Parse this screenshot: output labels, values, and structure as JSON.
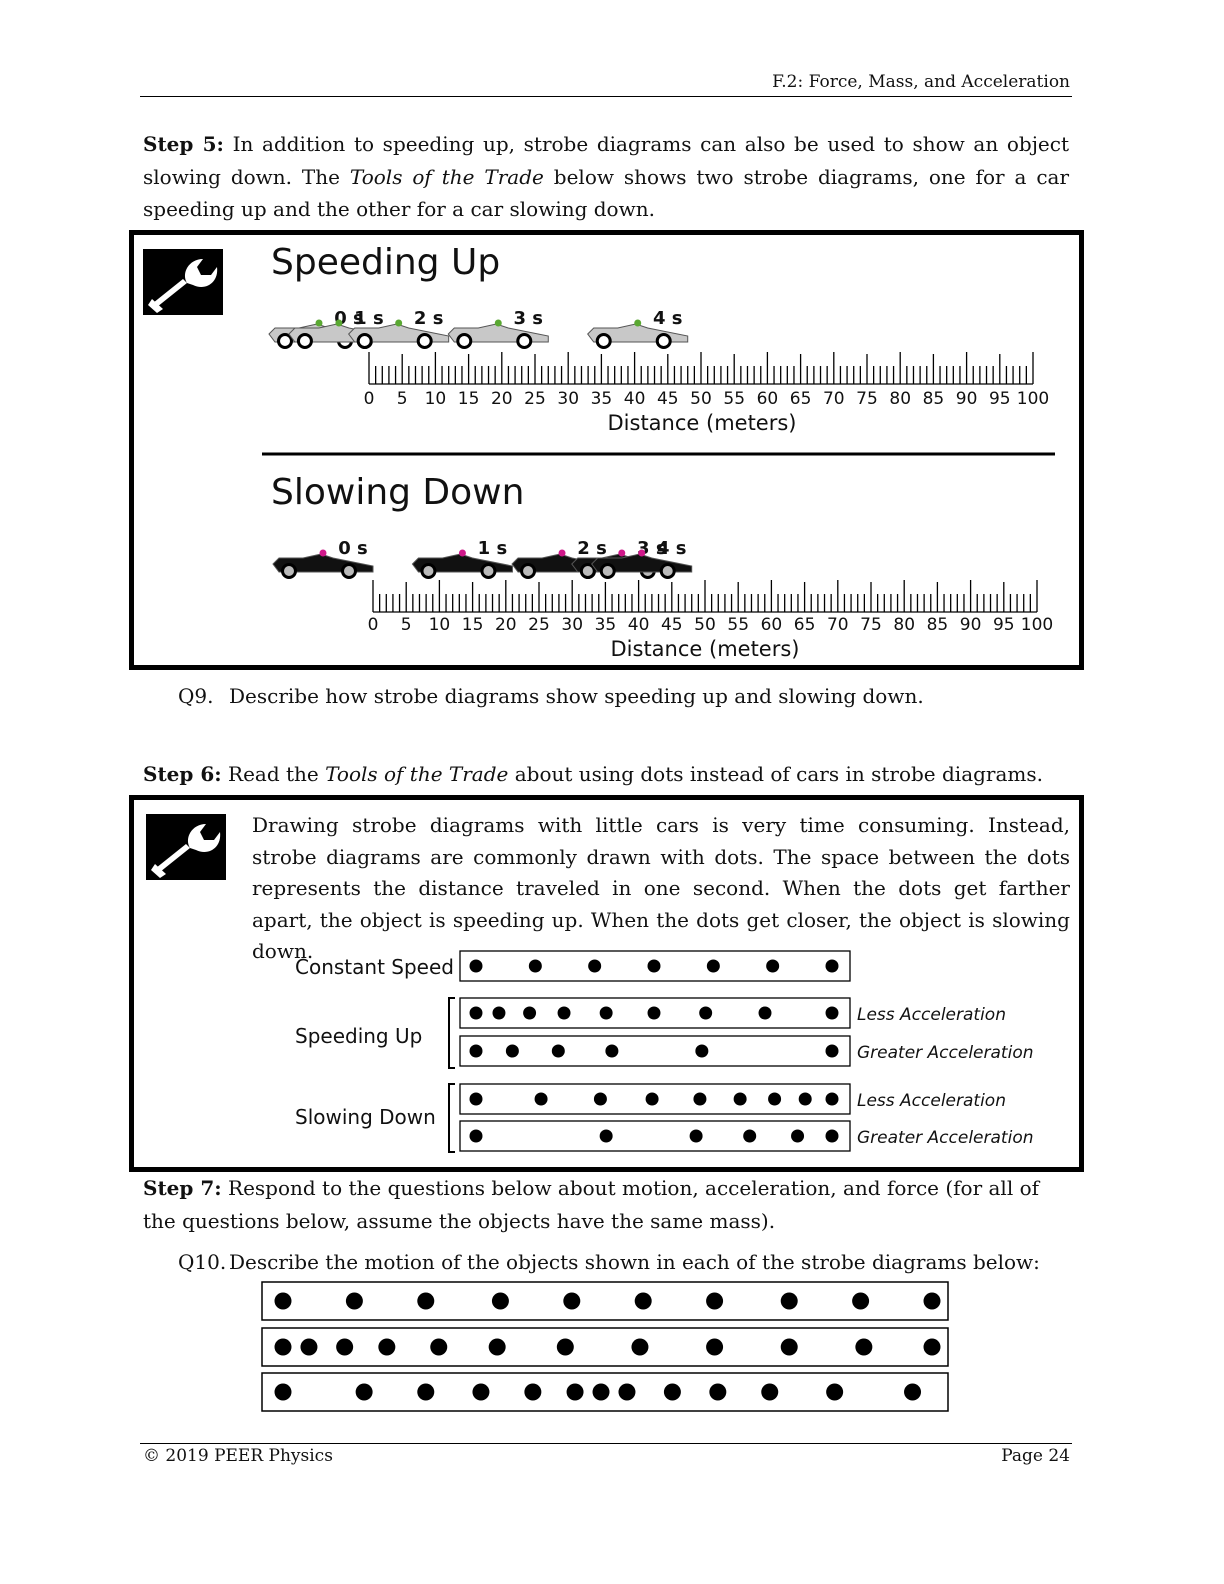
{
  "header": {
    "title": "F.2: Force, Mass, and Acceleration"
  },
  "step5": {
    "label": "Step 5:",
    "text1": " In addition to speeding up, strobe diagrams can also be used to show an object slowing down.  The ",
    "italic": "Tools of the Trade",
    "text2": " below shows two strobe diagrams, one for a car speeding up and the other for a car slowing down."
  },
  "tools1": {
    "icon": "wrench-icon",
    "speeding_title": "Speeding Up",
    "slowing_title": "Slowing Down",
    "axis_label": "Distance (meters)",
    "tick_labels": [
      "0",
      "5",
      "10",
      "15",
      "20",
      "25",
      "30",
      "35",
      "40",
      "45",
      "50",
      "55",
      "60",
      "65",
      "70",
      "75",
      "80",
      "85",
      "90",
      "95",
      "100"
    ],
    "speeding_cars": [
      {
        "time": "0 s",
        "distance_m": 0
      },
      {
        "time": "1 s",
        "distance_m": 3
      },
      {
        "time": "2 s",
        "distance_m": 12
      },
      {
        "time": "3 s",
        "distance_m": 27
      },
      {
        "time": "4 s",
        "distance_m": 48
      }
    ],
    "slowing_cars": [
      {
        "time": "0 s",
        "distance_m": 0
      },
      {
        "time": "1 s",
        "distance_m": 21
      },
      {
        "time": "2 s",
        "distance_m": 36
      },
      {
        "time": "3 s",
        "distance_m": 45
      },
      {
        "time": "4 s",
        "distance_m": 48
      }
    ],
    "speeding_color": "#c8c8c8",
    "speeding_driver": "#5aa832",
    "slowing_color": "#111111",
    "slowing_driver": "#d0188a"
  },
  "q9": {
    "num": "Q9.",
    "text": "Describe how strobe diagrams show speeding up and slowing down."
  },
  "step6": {
    "label": "Step 6:",
    "text1": " Read the ",
    "italic": "Tools of the Trade",
    "text2": " about using dots instead of cars in strobe diagrams."
  },
  "tools2": {
    "icon": "wrench-icon",
    "text": "Drawing strobe diagrams with little cars is very time consuming.  Instead, strobe diagrams are commonly drawn with dots. The space between the dots represents the distance traveled in one second.  When the dots get farther apart, the object is speeding up.  When the dots get closer, the object is slowing down.",
    "rows": [
      {
        "group": "Constant Speed",
        "note": "",
        "dots": [
          0,
          15.5,
          31,
          46.5,
          62,
          77.5,
          93
        ]
      },
      {
        "group": "Speeding Up",
        "note": "Less Acceleration",
        "dots": [
          0,
          6,
          14,
          23,
          34,
          46.5,
          60,
          75.5,
          93
        ]
      },
      {
        "group": "",
        "note": "Greater Acceleration",
        "dots": [
          0,
          9.5,
          21.5,
          35.5,
          59,
          93
        ]
      },
      {
        "group": "Slowing Down",
        "note": "Less Acceleration",
        "dots": [
          0,
          17,
          32.5,
          46,
          58.5,
          69,
          78,
          86,
          93
        ]
      },
      {
        "group": "",
        "note": "Greater Acceleration",
        "dots": [
          0,
          34,
          57.5,
          71.5,
          84,
          93
        ]
      }
    ]
  },
  "step7": {
    "label": "Step 7:",
    "text": " Respond to the questions below about motion, acceleration, and force (for all of the questions below, assume the objects have the same mass)."
  },
  "q10": {
    "num": "Q10.",
    "text": "Describe the motion of the objects shown in each of the strobe diagrams below:",
    "diagrams": [
      [
        0,
        11,
        22,
        33.5,
        44.5,
        55.5,
        66.5,
        78,
        89,
        100
      ],
      [
        0,
        4,
        9.5,
        16,
        24,
        33,
        43.5,
        55,
        66.5,
        78,
        89.5,
        100
      ],
      [
        0,
        12.5,
        22,
        30.5,
        38.5,
        45,
        49,
        53,
        60,
        67,
        75,
        85,
        97
      ]
    ]
  },
  "footer": {
    "left": "© 2019 PEER Physics",
    "right": "Page 24"
  }
}
